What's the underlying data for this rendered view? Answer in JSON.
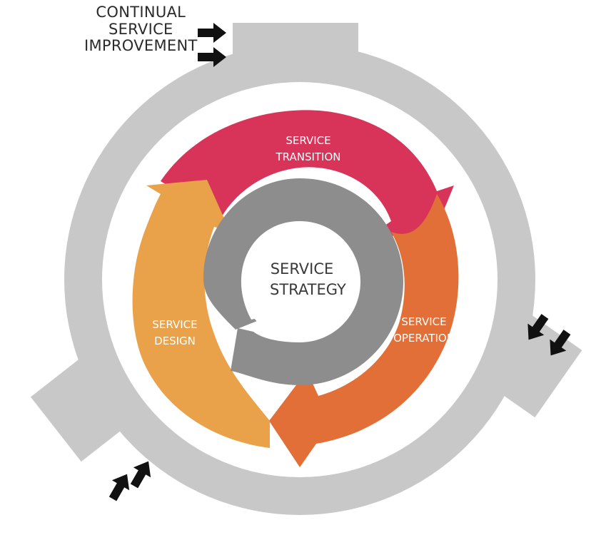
{
  "continual_improvement": {
    "lines": [
      "CONTINUAL",
      "SERVICE",
      "IMPROVEMENT"
    ]
  },
  "center": {
    "lines": [
      "SERVICE",
      "STRATEGY"
    ]
  },
  "stages": {
    "transition": {
      "lines": [
        "SERVICE",
        "TRANSITION"
      ],
      "color": "#d8345a"
    },
    "operation": {
      "lines": [
        "SERVICE",
        "OPERATION"
      ],
      "color": "#e26f38"
    },
    "design": {
      "lines": [
        "SERVICE",
        "DESIGN"
      ],
      "color": "#e9a24a"
    }
  },
  "colors": {
    "outer_ring": "#c8c8c8",
    "inner_ring": "#8d8d8d",
    "arrow": "#111111"
  },
  "icons": [
    "right-arrow-icon",
    "right-arrow-icon",
    "down-left-arrow-icon",
    "down-left-arrow-icon",
    "up-arrow-icon",
    "up-arrow-icon"
  ]
}
